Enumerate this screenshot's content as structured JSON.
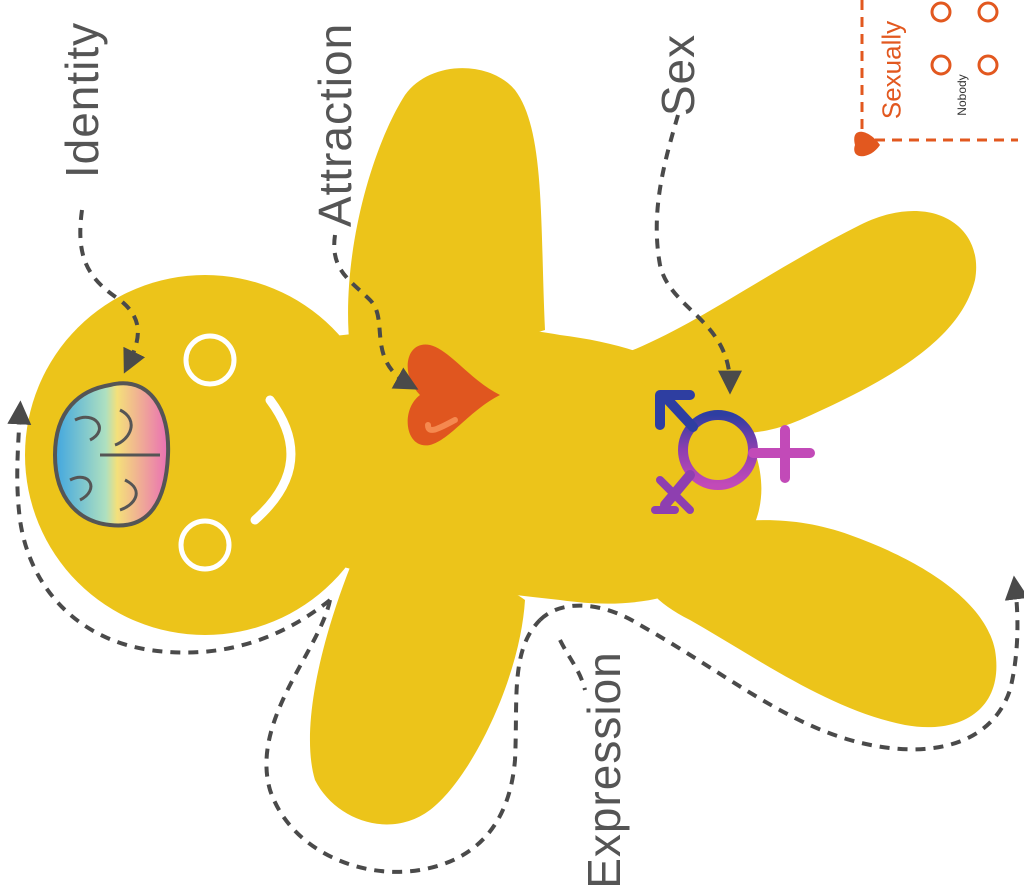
{
  "labels": {
    "identity": "Identity",
    "attraction": "Attraction",
    "sex": "Sex",
    "expression": "Expression"
  },
  "legend": {
    "sexually": "Sexually",
    "nobody": "Nobody"
  },
  "colors": {
    "body": "#ecc41a",
    "heart": "#e0561f",
    "arrow": "#4a4a4a",
    "legend": "#e2581f",
    "symbol_blue": "#2e3ea1",
    "symbol_purple": "#8e3fb0",
    "symbol_pink": "#c24ab8"
  }
}
